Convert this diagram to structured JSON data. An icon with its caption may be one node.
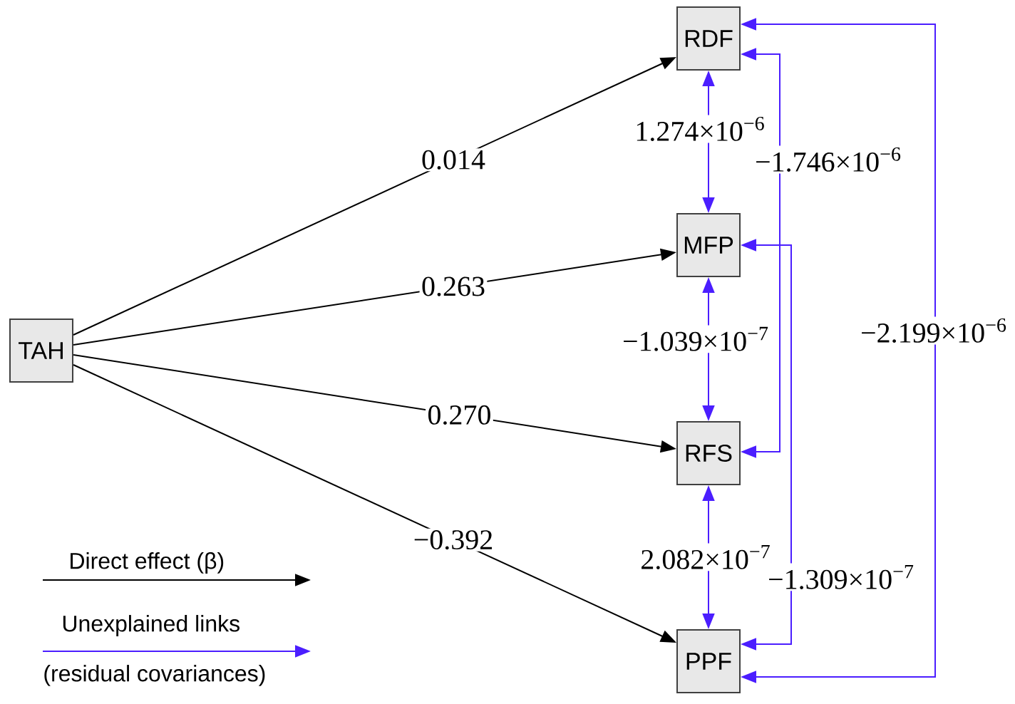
{
  "diagram": {
    "nodes": [
      {
        "text": [
          "TAH"
        ]
      },
      {
        "text": [
          "RDF"
        ]
      },
      {
        "text": [
          "MFP"
        ]
      },
      {
        "text": [
          "RFS"
        ]
      },
      {
        "text": [
          "PPF"
        ]
      }
    ],
    "edges": [
      {
        "from": 0,
        "to": 1,
        "arrow": "to",
        "label": "0.014",
        "color": "#000000"
      },
      {
        "from": 0,
        "to": 2,
        "arrow": "to",
        "label": "0.263",
        "color": "#000000"
      },
      {
        "from": 0,
        "to": 3,
        "arrow": "to",
        "label": "0.270",
        "color": "#000000"
      },
      {
        "from": 0,
        "to": 4,
        "arrow": "to",
        "label": "−0.392",
        "color": "#000000"
      },
      {
        "from": 1,
        "to": 2,
        "arrow": "both",
        "label": "1.274×10$^{−6}$"
      },
      {
        "from": 2,
        "to": 3,
        "arrow": "both",
        "label": "−1.039×10$^{−7}$"
      },
      {
        "from": 3,
        "to": 4,
        "arrow": "both",
        "label": "2.082×10$^{−7}$"
      },
      {
        "from": 1,
        "to": 3,
        "arrow": "both",
        "label": "−1.746×10$^{−6}$"
      },
      {
        "from": 2,
        "to": 4,
        "arrow": "both",
        "label": "−1.309×10$^{−7}$"
      },
      {
        "from": 1,
        "to": 4,
        "arrow": "both",
        "label": "−2.199×10$^{−6}$"
      }
    ],
    "labels": [
      "(residual covariances)"
    ],
    "legend": [
      {
        "text": "Direct effect (β)"
      },
      {
        "text": "Unexplained links"
      }
    ]
  }
}
